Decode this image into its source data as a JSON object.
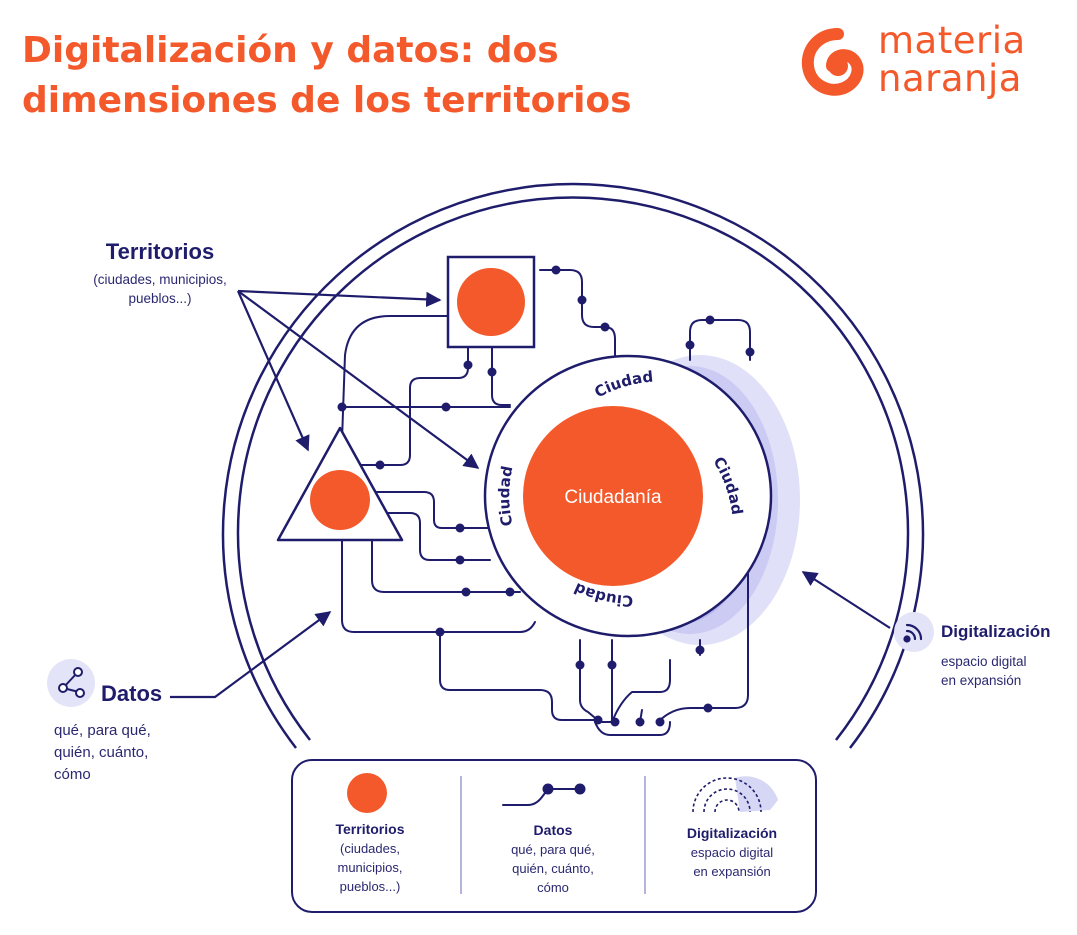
{
  "header": {
    "title_line1": "Digitalización y datos: dos",
    "title_line2": "dimensiones de los territorios"
  },
  "logo": {
    "line1": "materia",
    "line2": "naranja",
    "icon": "swirl-icon"
  },
  "diagram": {
    "territorios": {
      "title": "Territorios",
      "sub1": "(ciudades, municipios,",
      "sub2": "pueblos...)"
    },
    "datos": {
      "title": "Datos",
      "sub1": "qué, para qué,",
      "sub2": "quién, cuánto,",
      "sub3": "cómo",
      "icon": "share-nodes-icon"
    },
    "digitalizacion": {
      "title": "Digitalización",
      "sub1": "espacio digital",
      "sub2": "en expansión",
      "icon": "signal-icon"
    },
    "center_label": "Ciudadanía",
    "ring_label": "Ciudad"
  },
  "legend": {
    "territorios": {
      "title": "Territorios",
      "line1": "(ciudades,",
      "line2": "municipios,",
      "line3": "pueblos...)"
    },
    "datos": {
      "title": "Datos",
      "line1": "qué, para qué,",
      "line2": "quién, cuánto,",
      "line3": "cómo"
    },
    "digitalizacion": {
      "title": "Digitalización",
      "line1": "espacio digital",
      "line2": "en expansión"
    }
  },
  "colors": {
    "orange": "#f3592b",
    "navy": "#1f1d6b",
    "lavender": "#c9c9f2"
  }
}
